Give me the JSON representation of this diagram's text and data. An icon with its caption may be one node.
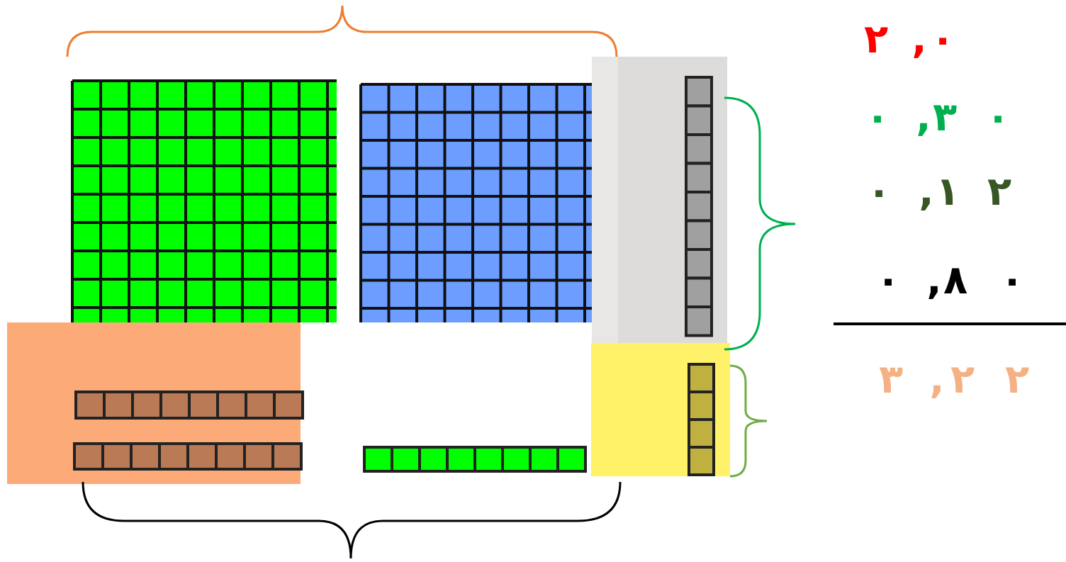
{
  "diagram": {
    "labels": [
      "٢",
      ",",
      "٠",
      "٠",
      ",",
      "٣",
      "٠",
      "٠",
      ",",
      "١",
      "٢",
      "٠",
      ",",
      "٨",
      "٠",
      "٣",
      ",",
      "٢",
      "٢"
    ]
  }
}
